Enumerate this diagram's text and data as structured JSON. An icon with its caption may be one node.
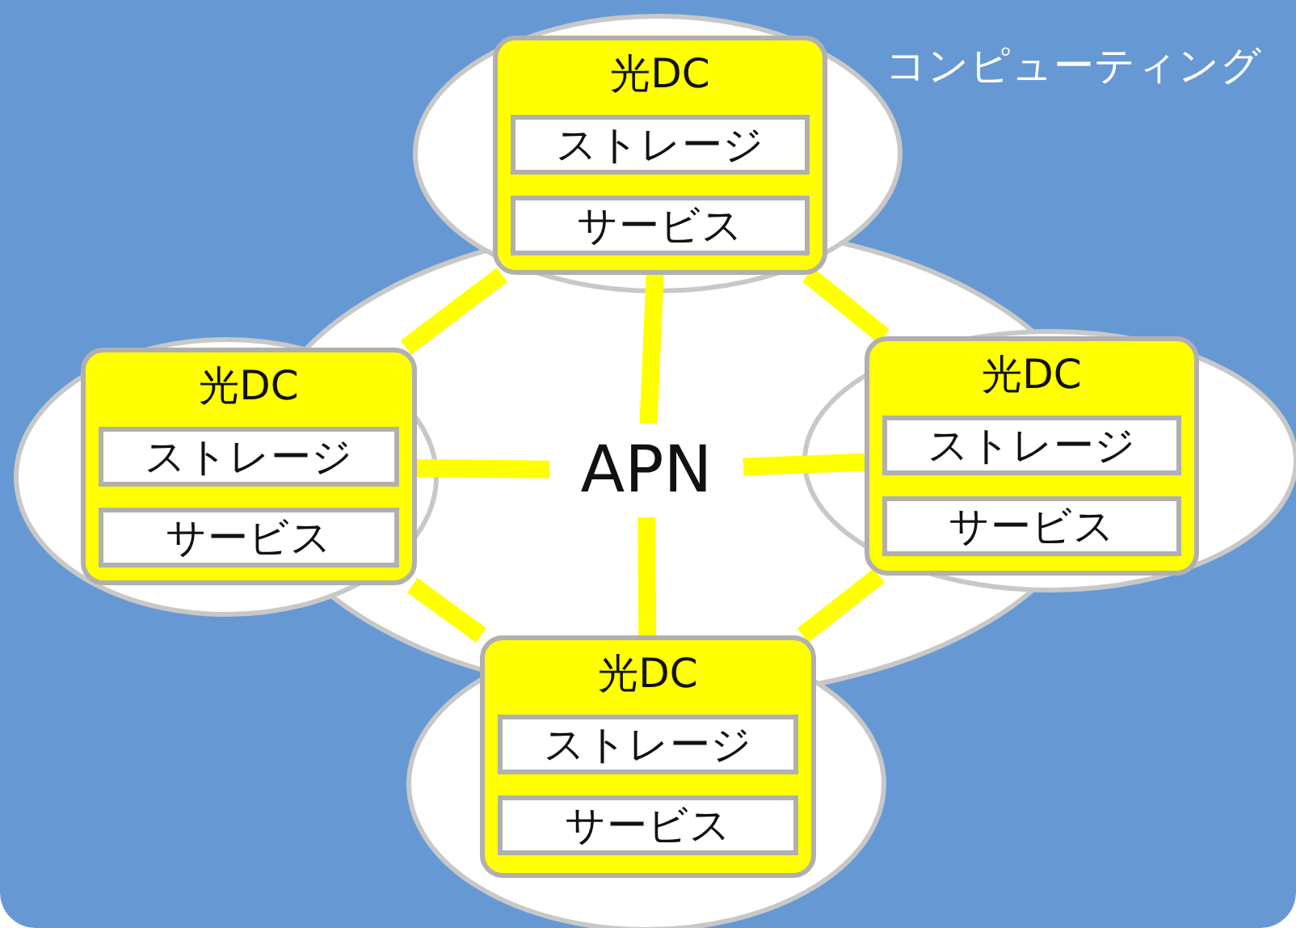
{
  "diagram": {
    "nodes": [
      {
        "text": [
          "光DC"
        ]
      },
      {
        "text": [
          "ストレージ"
        ],
        "in": 0
      },
      {
        "text": [
          "サービス"
        ],
        "in": 0
      },
      {
        "text": [
          "光DC"
        ]
      },
      {
        "text": [
          "ストレージ"
        ],
        "in": 3
      },
      {
        "text": [
          "サービス"
        ],
        "in": 3
      },
      {
        "text": [
          "APN"
        ]
      },
      {
        "text": [
          "光DC"
        ]
      },
      {
        "text": [
          "ストレージ"
        ],
        "in": 7
      },
      {
        "text": [
          "サービス"
        ],
        "in": 7
      },
      {
        "text": [
          "光DC"
        ]
      },
      {
        "text": [
          "ストレージ"
        ],
        "in": 10
      },
      {
        "text": [
          "サービス"
        ],
        "in": 10
      }
    ],
    "edges": [
      {
        "from": 0,
        "to": 6,
        "arrow": "none"
      },
      {
        "from": 3,
        "to": 6,
        "arrow": "none"
      },
      {
        "from": 6,
        "to": 7,
        "arrow": "none"
      },
      {
        "from": 6,
        "to": 10,
        "arrow": "none"
      },
      {
        "from": 0,
        "to": 3,
        "arrow": "none"
      },
      {
        "from": 0,
        "to": 7,
        "arrow": "none"
      },
      {
        "from": 3,
        "to": 10,
        "arrow": "none"
      },
      {
        "from": 7,
        "to": 10,
        "arrow": "none"
      }
    ],
    "labels": [
      "コンピューティング"
    ]
  }
}
